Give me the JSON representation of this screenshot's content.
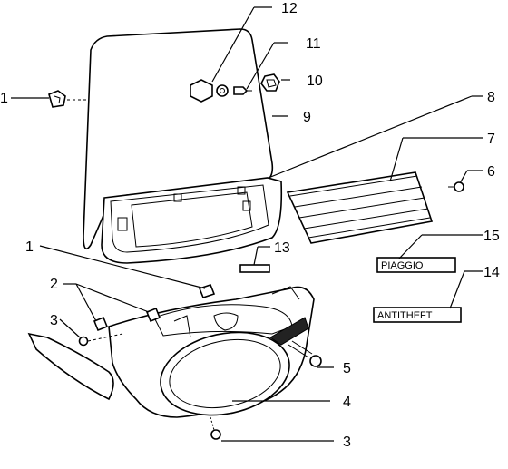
{
  "callouts": {
    "c1a": "1",
    "c1b": "1",
    "c2": "2",
    "c3a": "3",
    "c3b": "3",
    "c4": "4",
    "c5": "5",
    "c6": "6",
    "c7": "7",
    "c8": "8",
    "c9": "9",
    "c10": "10",
    "c11": "11",
    "c12": "12",
    "c13": "13",
    "c14": "14",
    "c15": "15"
  },
  "badges": {
    "brand": "PIAGGIO",
    "antitheft": "ANTITHEFT"
  }
}
